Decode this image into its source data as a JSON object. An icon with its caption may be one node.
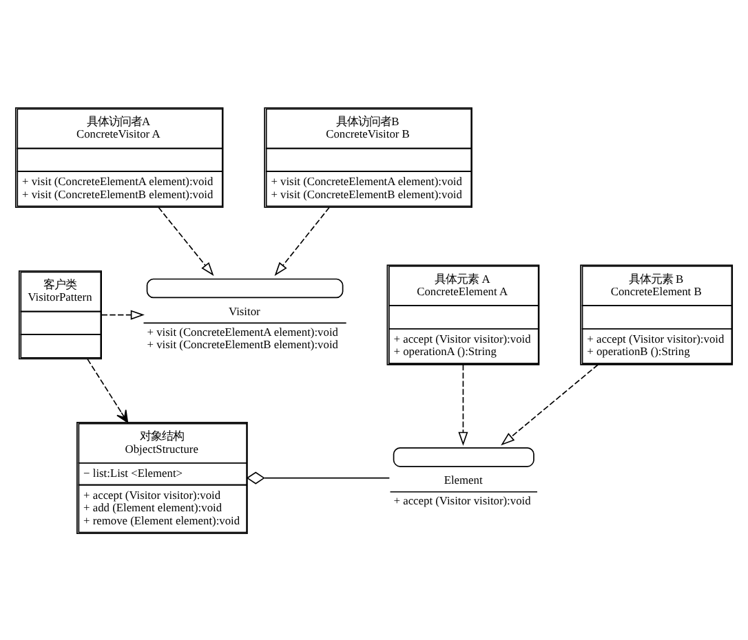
{
  "diagram": {
    "nodes": [
      {
        "text": [
          "客户类",
          "VisitorPattern"
        ]
      },
      {
        "text": [
          "Visitor",
          "+ visit (ConcreteElementA element):void",
          "+ visit (ConcreteElementB element):void"
        ]
      },
      {
        "text": [
          "具体访问者A",
          "ConcreteVisitor A",
          "+ visit (ConcreteElementA element):void",
          "+ visit (ConcreteElementB element):void"
        ]
      },
      {
        "text": [
          "具体访问者B",
          "ConcreteVisitor B",
          "+ visit (ConcreteElementA element):void",
          "+ visit (ConcreteElementB element):void"
        ]
      },
      {
        "text": [
          "对象结构",
          "ObjectStructure",
          "− list:List <Element>",
          "+ accept (Visitor visitor):void",
          "+ add (Element element):void",
          "+ remove (Element element):void"
        ]
      },
      {
        "text": [
          "Element",
          "+ accept (Visitor visitor):void"
        ]
      },
      {
        "text": [
          "具体元素 A",
          "ConcreteElement A",
          "+ accept (Visitor visitor):void",
          "+ operationA ():String"
        ]
      },
      {
        "text": [
          "具体元素 B",
          "ConcreteElement B",
          "+ accept (Visitor visitor):void",
          "+ operationB ():String"
        ]
      }
    ],
    "edges": [
      {
        "from": 0,
        "to": 1,
        "arrow": "to",
        "style": "dashed"
      },
      {
        "from": 2,
        "to": 1,
        "arrow": "to",
        "style": "dashed"
      },
      {
        "from": 3,
        "to": 1,
        "arrow": "to",
        "style": "dashed"
      },
      {
        "from": 0,
        "to": 4,
        "arrow": "to",
        "style": "dashed"
      },
      {
        "from": 4,
        "to": 5,
        "arrow": "other"
      },
      {
        "from": 6,
        "to": 5,
        "arrow": "to",
        "style": "dashed"
      },
      {
        "from": 7,
        "to": 5,
        "arrow": "to",
        "style": "dashed"
      }
    ]
  }
}
